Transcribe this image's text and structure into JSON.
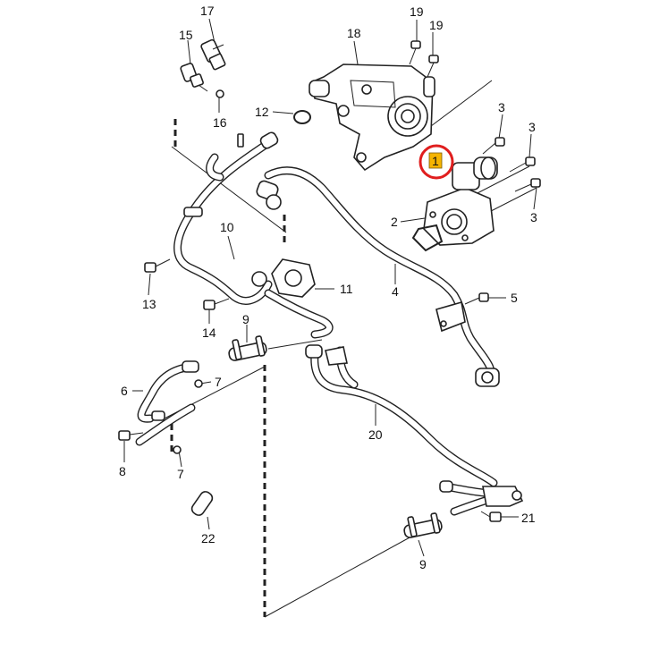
{
  "diagram": {
    "highlight": {
      "label": "1",
      "box_color": "#f5b400",
      "circle_color": "#e01e1e"
    },
    "callouts": [
      {
        "id": "c17",
        "text": "17"
      },
      {
        "id": "c15",
        "text": "15"
      },
      {
        "id": "c16",
        "text": "16"
      },
      {
        "id": "c18",
        "text": "18"
      },
      {
        "id": "c19a",
        "text": "19"
      },
      {
        "id": "c19b",
        "text": "19"
      },
      {
        "id": "c12",
        "text": "12"
      },
      {
        "id": "c3a",
        "text": "3"
      },
      {
        "id": "c3b",
        "text": "3"
      },
      {
        "id": "c3c",
        "text": "3"
      },
      {
        "id": "c2",
        "text": "2"
      },
      {
        "id": "c10",
        "text": "10"
      },
      {
        "id": "c13",
        "text": "13"
      },
      {
        "id": "c11",
        "text": "11"
      },
      {
        "id": "c4",
        "text": "4"
      },
      {
        "id": "c5",
        "text": "5"
      },
      {
        "id": "c14",
        "text": "14"
      },
      {
        "id": "c9a",
        "text": "9"
      },
      {
        "id": "c6",
        "text": "6"
      },
      {
        "id": "c7a",
        "text": "7"
      },
      {
        "id": "c8",
        "text": "8"
      },
      {
        "id": "c7b",
        "text": "7"
      },
      {
        "id": "c20",
        "text": "20"
      },
      {
        "id": "c22",
        "text": "22"
      },
      {
        "id": "c21",
        "text": "21"
      },
      {
        "id": "c9b",
        "text": "9"
      }
    ]
  }
}
